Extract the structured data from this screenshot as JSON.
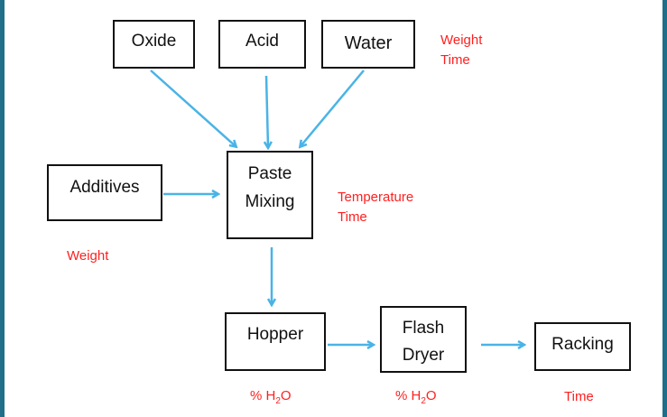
{
  "nodes": {
    "oxide": "Oxide",
    "acid": "Acid",
    "water": "Water",
    "additives": "Additives",
    "paste_mixing": [
      "Paste",
      "Mixing"
    ],
    "hopper": "Hopper",
    "flash_dryer": [
      "Flash",
      "Dryer"
    ],
    "racking": "Racking"
  },
  "annotations": {
    "water": [
      "Weight",
      "Time"
    ],
    "paste_mixing": [
      "Temperature",
      "Time"
    ],
    "additives": "Weight",
    "hopper": "% H",
    "flash_dryer": "% H",
    "racking": "Time"
  },
  "formula": {
    "sub": "2",
    "tail": "O"
  },
  "colors": {
    "arrow": "#4ab3e6",
    "annotation": "#ff1f1f",
    "frame": "#1f6f8b",
    "box_border": "#111111"
  }
}
